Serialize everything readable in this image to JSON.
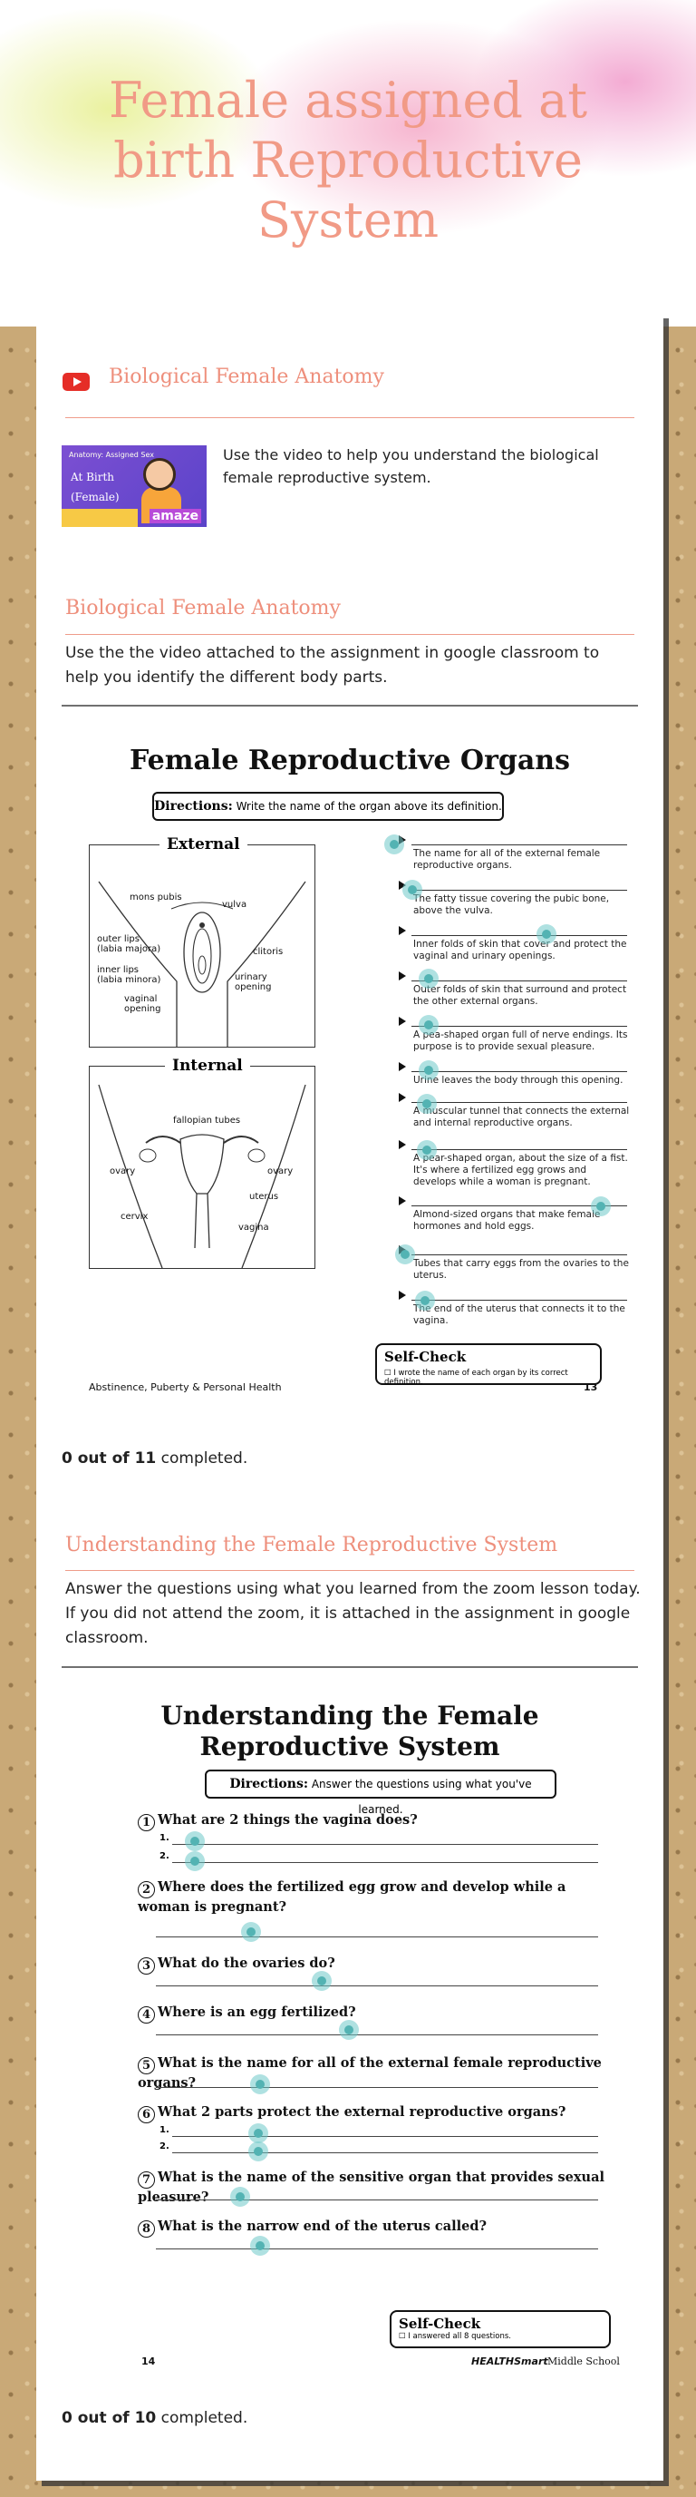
{
  "page": {
    "title": "Female assigned at birth Reproductive System"
  },
  "colors": {
    "accent": "#ee8f7c",
    "teal_dot": "#53b3b3",
    "youtube": "#e52d27"
  },
  "video_section": {
    "icon": "youtube-icon",
    "heading": "Biological Female Anatomy",
    "thumbnail": {
      "line1": "Anatomy: Assigned Sex",
      "line2": "At Birth",
      "line3": "(Female)",
      "brand": "amaze"
    },
    "description": "Use the video to help you understand the biological female reproductive system."
  },
  "organs_section": {
    "heading": "Biological Female Anatomy",
    "instructions": "Use the the video attached to the assignment in google classroom to help you identify the different body parts.",
    "worksheet": {
      "title": "Female Reproductive Organs",
      "directions_label": "Directions:",
      "directions_text": "Write the name of the organ above its definition.",
      "external_title": "External",
      "internal_title": "Internal",
      "external_labels": {
        "mons_pubis": "mons pubis",
        "vulva": "vulva",
        "outer_lips": "outer lips\n(labia majora)",
        "clitoris": "clitoris",
        "inner_lips": "inner lips\n(labia minora)",
        "urinary": "urinary\nopening",
        "vaginal": "vaginal\nopening"
      },
      "internal_labels": {
        "fallopian": "fallopian tubes",
        "ovary_l": "ovary",
        "ovary_r": "ovary",
        "uterus": "uterus",
        "cervix": "cervix",
        "vagina": "vagina"
      },
      "definitions": [
        "The name for all of the external female reproductive organs.",
        "The fatty tissue covering the pubic bone, above the vulva.",
        "Inner folds of skin that cover and protect the vaginal and urinary openings.",
        "Outer folds of skin that surround and protect the other external organs.",
        "A pea-shaped organ full of nerve endings. Its purpose is to provide sexual pleasure.",
        "Urine leaves the body through this opening.",
        "A muscular tunnel that connects the external and internal reproductive organs.",
        "A pear-shaped organ, about the size of a fist. It's where a fertilized egg grows and develops while a woman is pregnant.",
        "Almond-sized organs that make female hormones and hold eggs.",
        "Tubes that carry eggs from the ovaries to the uterus.",
        "The end of the uterus that connects it to the vagina."
      ],
      "selfcheck_title": "Self-Check",
      "selfcheck_text": "I wrote the name of each organ by its correct definition.",
      "footer_left": "Abstinence, Puberty & Personal Health",
      "footer_page": "13"
    },
    "progress": {
      "done": "0 out of 11",
      "suffix": " completed."
    }
  },
  "understanding_section": {
    "heading": "Understanding the Female Reproductive System",
    "instructions": "Answer the questions using what you learned from the zoom lesson today. If you did not attend the zoom, it is attached in the assignment in google classroom.",
    "worksheet": {
      "title_line1": "Understanding the Female",
      "title_line2": "Reproductive System",
      "directions_label": "Directions:",
      "directions_text": "Answer the questions using what you've learned.",
      "questions": [
        {
          "num": "1",
          "text": "What are 2 things the vagina does?"
        },
        {
          "num": "2",
          "text": "Where does the fertilized egg grow and develop while a woman is pregnant?"
        },
        {
          "num": "3",
          "text": "What do the ovaries do?"
        },
        {
          "num": "4",
          "text": "Where is an egg fertilized?"
        },
        {
          "num": "5",
          "text": "What is the name for all of the external female reproductive organs?"
        },
        {
          "num": "6",
          "text": "What 2 parts protect the external reproductive organs?"
        },
        {
          "num": "7",
          "text": "What is the name of the sensitive organ that provides sexual pleasure?"
        },
        {
          "num": "8",
          "text": "What is the narrow end of the uterus called?"
        }
      ],
      "sub1": "1.",
      "sub2": "2.",
      "selfcheck_title": "Self-Check",
      "selfcheck_text": "I answered all 8 questions.",
      "footer_page": "14",
      "footer_brand": "HEALTHSmart",
      "footer_right": "Middle School"
    },
    "progress": {
      "done": "0 out of 10",
      "suffix": " completed."
    }
  }
}
